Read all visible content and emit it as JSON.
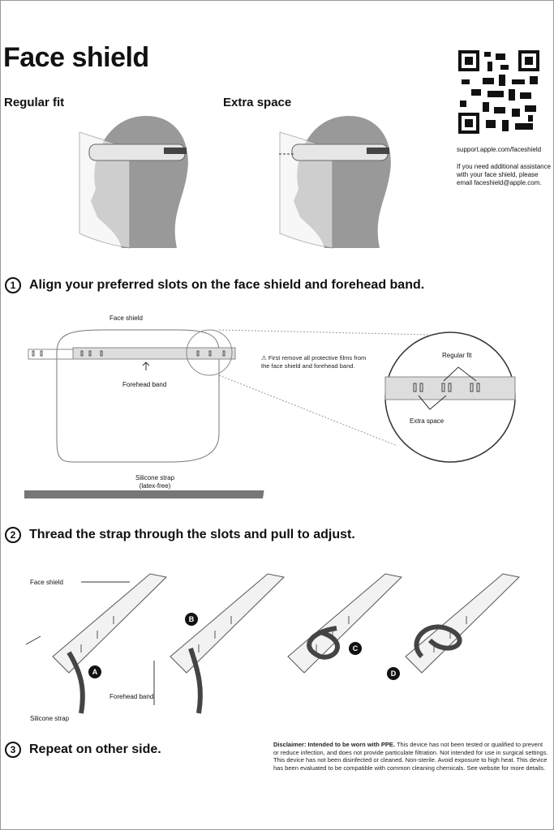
{
  "title": "Face shield",
  "fits": {
    "regular": "Regular fit",
    "extra": "Extra space"
  },
  "support": {
    "url": "support.apple.com/faceshield",
    "help": "If you need additional assistance with your face shield, please email faceshield@apple.com."
  },
  "steps": [
    {
      "num": "1",
      "text": "Align your preferred slots on the face shield and forehead band."
    },
    {
      "num": "2",
      "text": "Thread the strap through the slots and pull to adjust."
    },
    {
      "num": "3",
      "text": "Repeat on other side."
    }
  ],
  "diagram1": {
    "face_shield": "Face shield",
    "forehead_band": "Forehead band",
    "warning": "First remove all protective films from the face shield and forehead band.",
    "regular_fit": "Regular fit",
    "extra_space": "Extra space",
    "strap": "Silicone strap",
    "strap_note": "(latex-free)"
  },
  "diagram2": {
    "face_shield": "Face shield",
    "forehead_band": "Forehead band",
    "strap": "Silicone strap",
    "labels": [
      "A",
      "B",
      "C",
      "D"
    ]
  },
  "disclaimer": {
    "bold": "Disclaimer: Intended to be worn with PPE.",
    "text": " This device has not been tested or qualified to prevent or reduce infection, and does not provide particulate filtration. Not intended for use in surgical settings. This device has not been disinfected or cleaned. Non-sterile. Avoid exposure to high heat. This device has been evaluated to be compatible with common cleaning chemicals. See website for more details."
  }
}
